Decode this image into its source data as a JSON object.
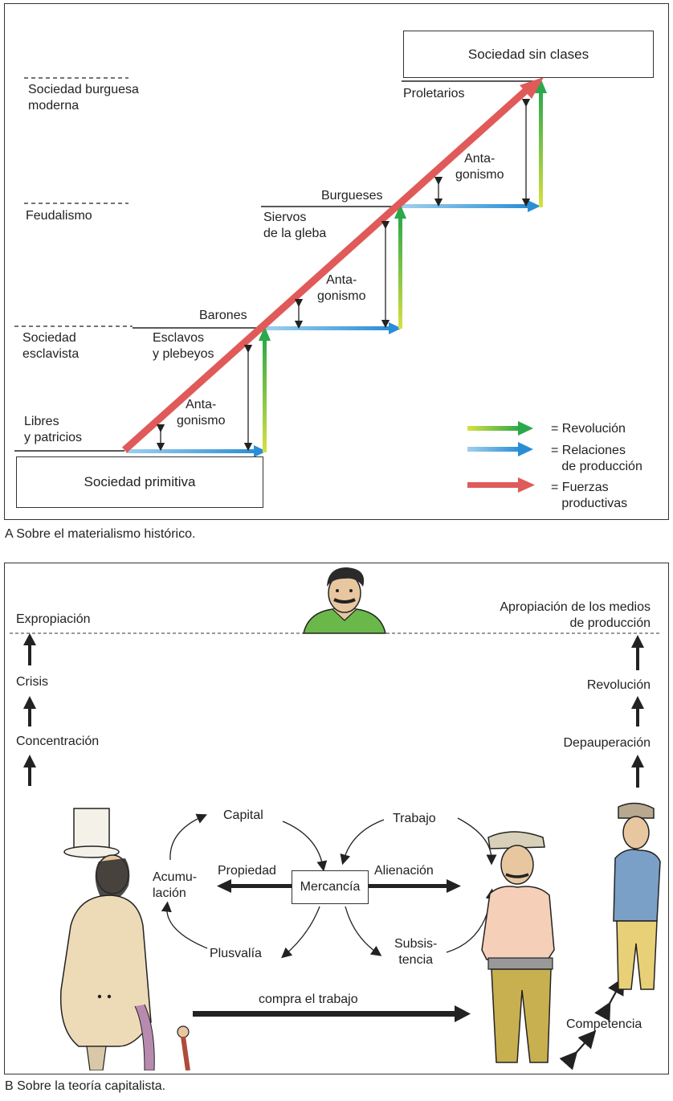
{
  "diagram_a": {
    "stages": {
      "moderna": "Sociedad burguesa\nmoderna",
      "feudalismo": "Feudalismo",
      "esclavista": "Sociedad\nesclavista",
      "primitiva": "Sociedad primitiva",
      "sin_clases": "Sociedad sin clases"
    },
    "classes": {
      "libres": "Libres\ny patricios",
      "barones": "Barones",
      "esclavos": "Esclavos\ny plebeyos",
      "burgueses": "Burgueses",
      "siervos": "Siervos\nde la gleba",
      "proletarios": "Proletarios"
    },
    "antagonism": "Anta-\ngonismo",
    "legend": {
      "revolucion": "= Revolución",
      "relaciones": "= Relaciones\n   de producción",
      "fuerzas": "= Fuerzas\n   productivas"
    },
    "colors": {
      "revolucion_start": "#d8e040",
      "revolucion_end": "#2aa84a",
      "relaciones": "#3a9ad8",
      "fuerzas": "#e05a5a"
    },
    "caption": "A  Sobre el materialismo histórico."
  },
  "diagram_b": {
    "left_chain": [
      "Expropiación",
      "Crisis",
      "Concentración"
    ],
    "right_chain": [
      "Apropiación de los medios\nde producción",
      "Revolución",
      "Depauperación"
    ],
    "cycle": {
      "capital": "Capital",
      "trabajo": "Trabajo",
      "propiedad": "Propiedad",
      "alienacion": "Alienación",
      "mercancia": "Mercancía",
      "acumulacion": "Acumu-\nlación",
      "plusvalia": "Plusvalía",
      "subsistencia": "Subsis-\ntencia"
    },
    "compra": "compra el trabajo",
    "competencia": "Competencia",
    "icons": [
      "worker-portrait-icon",
      "capitalist-figure-icon",
      "worker-figure-icon",
      "second-worker-figure-icon"
    ],
    "caption": "B  Sobre la teoría capitalista."
  }
}
